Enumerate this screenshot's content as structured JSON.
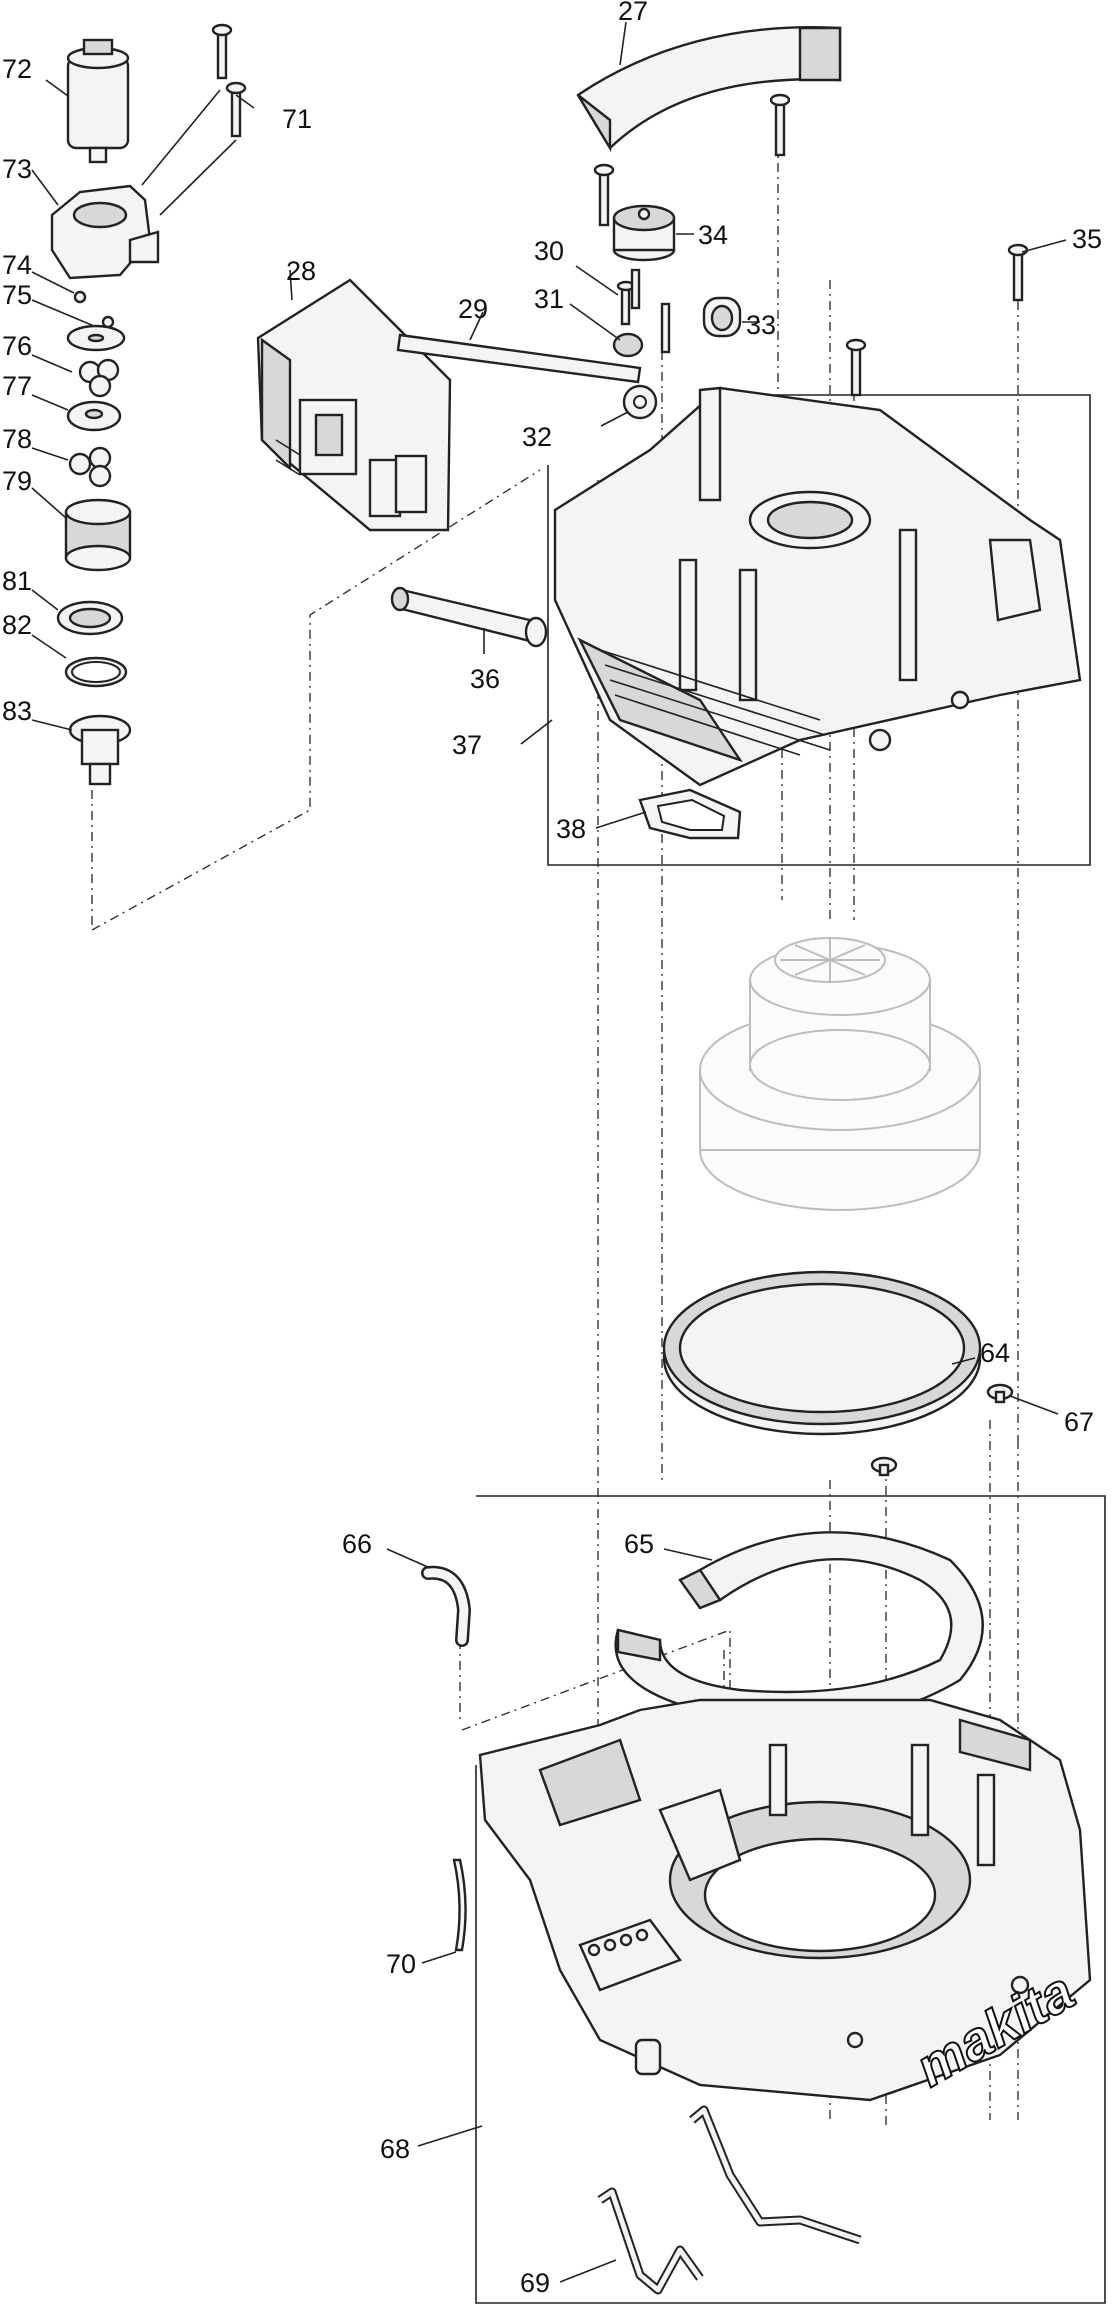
{
  "diagram": {
    "brand_logo": "makita",
    "callouts": {
      "c27": "27",
      "c28": "28",
      "c29": "29",
      "c30": "30",
      "c31": "31",
      "c32": "32",
      "c33": "33",
      "c34": "34",
      "c35": "35",
      "c36": "36",
      "c37": "37",
      "c38": "38",
      "c64": "64",
      "c65": "65",
      "c66": "66",
      "c67": "67",
      "c68": "68",
      "c69": "69",
      "c70": "70",
      "c71": "71",
      "c72": "72",
      "c73": "73",
      "c74": "74",
      "c75": "75",
      "c76": "76",
      "c77": "77",
      "c78": "78",
      "c79": "79",
      "c81": "81",
      "c82": "82",
      "c83": "83"
    }
  }
}
